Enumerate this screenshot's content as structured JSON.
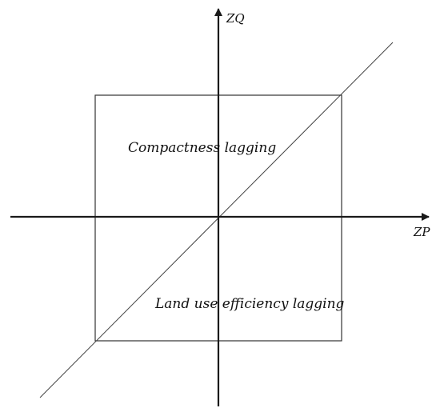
{
  "axes": {
    "x_label": "ZP",
    "y_label": "ZQ"
  },
  "regions": {
    "upper_label": "Compactness lagging",
    "lower_label": "Land use efficiency lagging"
  },
  "colors": {
    "line": "#1a1a1a",
    "text": "#111111",
    "background": "#ffffff"
  }
}
